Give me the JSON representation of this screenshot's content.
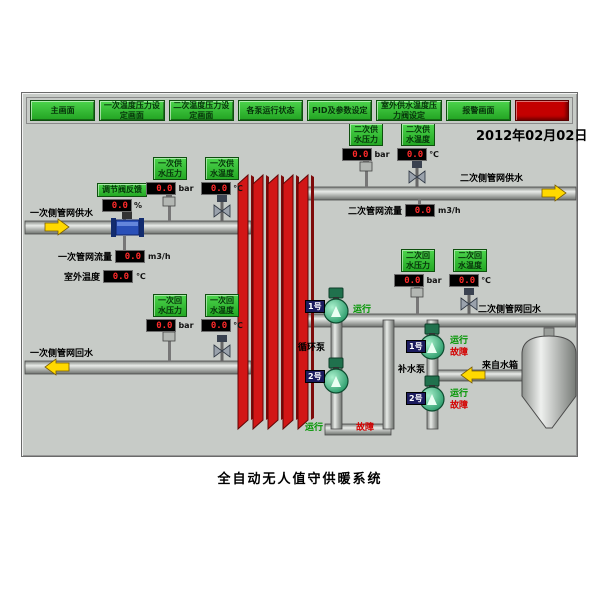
{
  "window": {
    "date": "2012年02月02日",
    "footer_title": "全自动无人值守供暖系统"
  },
  "toolbar": {
    "buttons": [
      {
        "label": "主画面"
      },
      {
        "label": "一次温度压力设定画面"
      },
      {
        "label": "二次温度压力设定画面"
      },
      {
        "label": "各泵运行状态"
      },
      {
        "label": "PID及参数设定"
      },
      {
        "label": "室外供水温度压力阀设定"
      },
      {
        "label": "报警画面"
      }
    ],
    "alarm_lamp_color": "#c40000"
  },
  "gauges": {
    "valve_feedback": {
      "label": "调节阀反馈",
      "value": "0.0",
      "unit": "%"
    },
    "primary_supply_pressure": {
      "label": "一次供水压力",
      "value": "0.0",
      "unit": "bar"
    },
    "primary_supply_temp": {
      "label": "一次供水温度",
      "value": "0.0",
      "unit": "℃"
    },
    "primary_flow": {
      "label": "一次管网流量",
      "value": "0.0",
      "unit": "m3/h"
    },
    "outdoor_temp": {
      "label": "室外温度",
      "value": "0.0",
      "unit": "℃"
    },
    "primary_return_pressure": {
      "label": "一次回水压力",
      "value": "0.0",
      "unit": "bar"
    },
    "primary_return_temp": {
      "label": "一次回水温度",
      "value": "0.0",
      "unit": "℃"
    },
    "secondary_supply_pressure": {
      "label": "二次供水压力",
      "value": "0.0",
      "unit": "bar"
    },
    "secondary_supply_temp": {
      "label": "二次供水温度",
      "value": "0.0",
      "unit": "℃"
    },
    "secondary_flow": {
      "label": "二次管网流量",
      "value": "0.0",
      "unit": "m3/h"
    },
    "secondary_return_pressure": {
      "label": "二次回水压力",
      "value": "0.0",
      "unit": "bar"
    },
    "secondary_return_temp": {
      "label": "二次回水温度",
      "value": "0.0",
      "unit": "℃"
    }
  },
  "pipes": {
    "primary_supply": "一次侧管网供水",
    "primary_return": "一次侧管网回水",
    "secondary_supply": "二次侧管网供水",
    "secondary_return": "二次侧管网回水",
    "from_tank": "来自水箱"
  },
  "pumps": {
    "circulation": {
      "label": "循环泵",
      "pump1": {
        "id": "1号",
        "run": "运行"
      },
      "pump2": {
        "id": "2号"
      },
      "bottom_run": "运行",
      "bottom_fault": "故障"
    },
    "makeup": {
      "label": "补水泵",
      "pump1": {
        "id": "1号",
        "run": "运行",
        "fault": "故障"
      },
      "pump2": {
        "id": "2号",
        "run": "运行",
        "fault": "故障"
      }
    }
  },
  "colors": {
    "button_green": "#2eb82e",
    "led_red": "#ff2a2a",
    "exchanger_red": "#d21616",
    "alarm_red": "#c40000",
    "run_green": "#009600",
    "fault_red": "#d40000"
  }
}
